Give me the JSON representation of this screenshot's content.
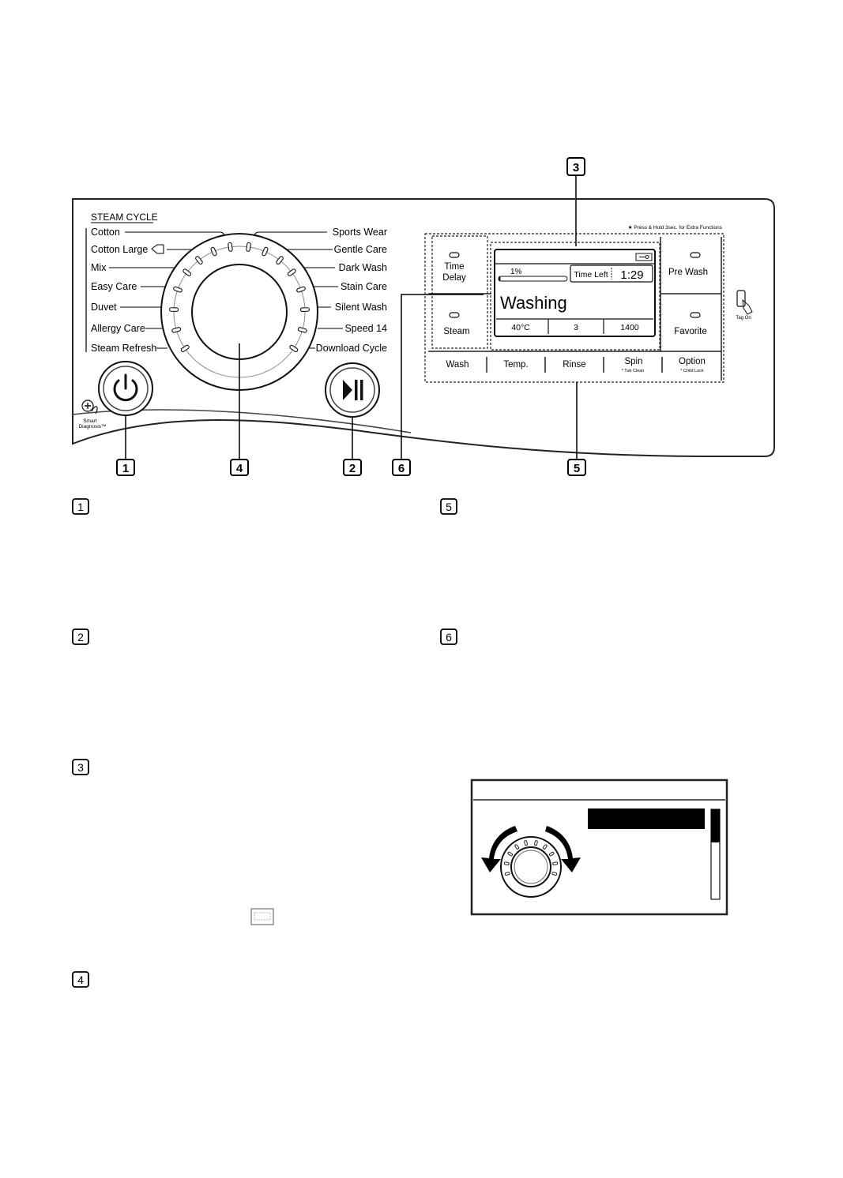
{
  "steam_cycle_label": "STEAM CYCLE",
  "cycles_left": [
    "Cotton",
    "Cotton Large",
    "Mix",
    "Easy Care",
    "Duvet",
    "Allergy Care",
    "Steam Refresh"
  ],
  "cycles_right": [
    "Sports Wear",
    "Gentle Care",
    "Dark Wash",
    "Stain Care",
    "Silent Wash",
    "Speed 14",
    "Download Cycle"
  ],
  "smart_diagnosis": [
    "Smart",
    "Diagnosis™"
  ],
  "display": {
    "progress_percent": "1%",
    "progress_value": 0.01,
    "time_left_label": "Time Left",
    "time_left_value": "1:29",
    "status": "Washing",
    "temp": "40°C",
    "rinse": "3",
    "spin": "1400"
  },
  "note": "★ Press & Hold 3sec. for Extra Functions",
  "side_buttons_left": [
    {
      "label1": "Time",
      "label2": "Delay"
    },
    {
      "label1": "Steam",
      "label2": ""
    }
  ],
  "side_buttons_right": [
    "Pre Wash",
    "Favorite"
  ],
  "bottom_buttons": [
    {
      "label": "Wash",
      "sub": ""
    },
    {
      "label": "Temp.",
      "sub": ""
    },
    {
      "label": "Rinse",
      "sub": ""
    },
    {
      "label": "Spin",
      "sub": "* Tub Clean"
    },
    {
      "label": "Option",
      "sub": "* Child Lock"
    }
  ],
  "tag_on": "Tag On",
  "callouts": [
    "1",
    "2",
    "3",
    "4",
    "5",
    "6"
  ]
}
